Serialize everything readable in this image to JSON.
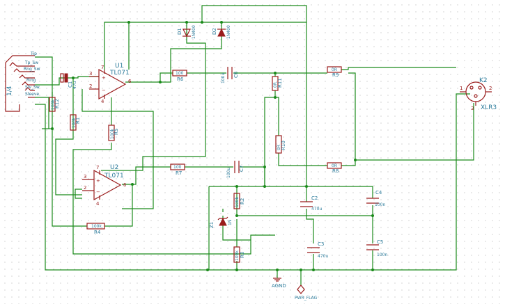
{
  "components": {
    "U1": {
      "ref": "U1",
      "value": "TL071"
    },
    "U2": {
      "ref": "U2",
      "value": "TL071"
    },
    "K2": {
      "ref": "K2",
      "value": "XLR3"
    },
    "J": {
      "value": "1/4",
      "pins": [
        "Tip",
        "Tp_Sw",
        "Rng_Sw",
        "Ring",
        "Slv_Sw",
        "Sleeve"
      ]
    },
    "C1": {
      "ref": "C1",
      "value": "47u"
    },
    "R12": {
      "ref": "R12",
      "value": "100k"
    },
    "R1": {
      "ref": "R1",
      "value": "100k"
    },
    "R5": {
      "ref": "R5",
      "value": "100k"
    },
    "R6": {
      "ref": "R6",
      "value": "100"
    },
    "R7": {
      "ref": "R7",
      "value": "100"
    },
    "R4": {
      "ref": "R4",
      "value": "100k"
    },
    "R8": {
      "ref": "R8",
      "value": "0R"
    },
    "R9": {
      "ref": "R9",
      "value": "0R"
    },
    "R10": {
      "ref": "R10",
      "value": "0R"
    },
    "R11": {
      "ref": "R11",
      "value": "0R"
    },
    "R2": {
      "ref": "R2",
      "value": "100k"
    },
    "R3": {
      "ref": "R3",
      "value": "100k"
    },
    "C6": {
      "ref": "C6",
      "value": "100u"
    },
    "C7": {
      "ref": "C7",
      "value": "100u"
    },
    "C2": {
      "ref": "C2",
      "value": "470u"
    },
    "C3": {
      "ref": "C3",
      "value": "470u"
    },
    "C4": {
      "ref": "C4",
      "value": "100n"
    },
    "C5": {
      "ref": "C5",
      "value": "100n"
    },
    "D1": {
      "ref": "D1",
      "value": "1N400"
    },
    "D2": {
      "ref": "D2",
      "value": "1N400"
    },
    "Z1": {
      "ref": "Z1",
      "value": "1N"
    }
  },
  "power": {
    "agnd": "AGND",
    "flag": "PWR_FLAG"
  },
  "pins": {
    "u1_in_p": "3",
    "u1_in_n": "2",
    "u1_out": "6",
    "u1_vp": "7",
    "u1_vn": "4",
    "u2_in_p": "3",
    "u2_in_n": "2",
    "u2_out": "6",
    "u2_vp": "7",
    "u2_vn": "4",
    "k_1": "1",
    "k_2": "2",
    "k_3": "3"
  }
}
